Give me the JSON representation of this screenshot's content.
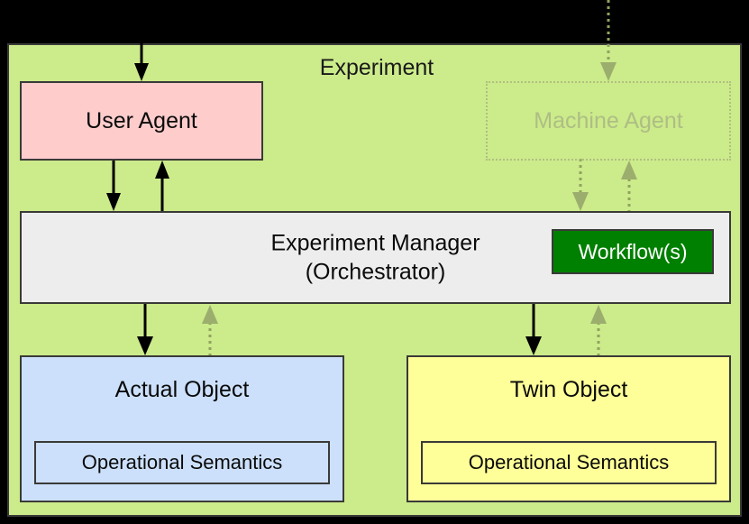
{
  "diagram": {
    "title": "Experiment",
    "boxes": {
      "user_agent": {
        "label": "User Agent"
      },
      "machine_agent": {
        "label": "Machine Agent"
      },
      "experiment_manager": {
        "label": "Experiment Manager\n(Orchestrator)",
        "workflow_label": "Workflow(s)"
      },
      "actual_object": {
        "label": "Actual Object",
        "sub_label": "Operational Semantics"
      },
      "twin_object": {
        "label": "Twin Object",
        "sub_label": "Operational Semantics"
      }
    },
    "colors": {
      "panel_background": "#CCEB8B",
      "panel_border": "#3A3A38",
      "user_agent_fill": "#FFCCCC",
      "machine_agent_ghost": "#AEBE84",
      "experiment_manager_fill": "#EDEDED",
      "workflow_fill": "#008000",
      "workflow_text": "#FFFFFF",
      "actual_object_fill": "#CCE0FB",
      "twin_object_fill": "#FFFF99",
      "solid_arrow": "#000000",
      "dotted_arrow": "#8FA35E",
      "letterbox": "#000000"
    },
    "connections": [
      {
        "id": "external-to-user-agent",
        "from": "external-top",
        "to": "user-agent",
        "style": "solid",
        "direction": "down"
      },
      {
        "id": "user-agent-to-manager",
        "from": "user-agent",
        "to": "experiment-manager",
        "style": "solid",
        "direction": "down"
      },
      {
        "id": "manager-to-user-agent",
        "from": "experiment-manager",
        "to": "user-agent",
        "style": "solid",
        "direction": "up"
      },
      {
        "id": "external-to-machine-agent",
        "from": "external-top",
        "to": "machine-agent",
        "style": "dotted",
        "direction": "down"
      },
      {
        "id": "machine-agent-to-manager",
        "from": "machine-agent",
        "to": "experiment-manager",
        "style": "dotted",
        "direction": "down"
      },
      {
        "id": "manager-to-machine-agent",
        "from": "experiment-manager",
        "to": "machine-agent",
        "style": "dotted",
        "direction": "up"
      },
      {
        "id": "manager-to-actual-object",
        "from": "experiment-manager",
        "to": "actual-object",
        "style": "solid",
        "direction": "down"
      },
      {
        "id": "actual-object-to-manager",
        "from": "actual-object",
        "to": "experiment-manager",
        "style": "dotted",
        "direction": "up"
      },
      {
        "id": "manager-to-twin-object",
        "from": "experiment-manager",
        "to": "twin-object",
        "style": "solid",
        "direction": "down"
      },
      {
        "id": "twin-object-to-manager",
        "from": "twin-object",
        "to": "experiment-manager",
        "style": "dotted",
        "direction": "up"
      }
    ]
  }
}
